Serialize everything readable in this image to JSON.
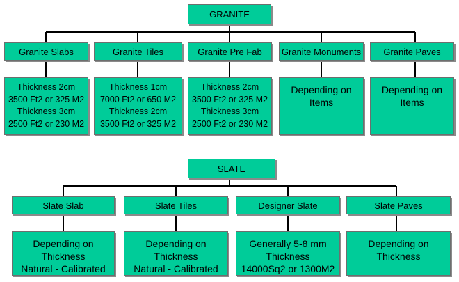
{
  "granite": {
    "title": "GRANITE",
    "categories": [
      {
        "label": "Granite Slabs",
        "details": [
          "Thickness 2cm",
          "3500 Ft2 or 325 M2",
          "Thickness 3cm",
          "2500 Ft2 or 230 M2"
        ]
      },
      {
        "label": "Granite Tiles",
        "details": [
          "Thickness 1cm",
          "7000 Ft2 or 650 M2",
          "Thickness 2cm",
          "3500 Ft2 or 325 M2"
        ]
      },
      {
        "label": "Granite Pre Fab",
        "details": [
          "Thickness 2cm",
          "3500 Ft2 or 325 M2",
          "Thickness 3cm",
          "2500 Ft2 or 230 M2"
        ]
      },
      {
        "label": "Granite Monuments",
        "details": [
          "Depending on",
          "Items"
        ]
      },
      {
        "label": "Granite Paves",
        "details": [
          "Depending on",
          "Items"
        ]
      }
    ]
  },
  "slate": {
    "title": "SLATE",
    "categories": [
      {
        "label": "Slate Slab",
        "details": [
          "Depending on",
          "Thickness",
          "Natural - Calibrated"
        ]
      },
      {
        "label": "Slate Tiles",
        "details": [
          "Depending on",
          "Thickness",
          "Natural - Calibrated"
        ]
      },
      {
        "label": "Designer Slate",
        "details": [
          "Generally 5-8 mm",
          "Thickness",
          "14000Sq2  or 1300M2"
        ]
      },
      {
        "label": "Slate Paves",
        "details": [
          "Depending on",
          "Thickness"
        ]
      }
    ]
  },
  "colors": {
    "box_fill": "#00cc99",
    "box_border": "#6e6e6e",
    "connector": "#000000"
  }
}
